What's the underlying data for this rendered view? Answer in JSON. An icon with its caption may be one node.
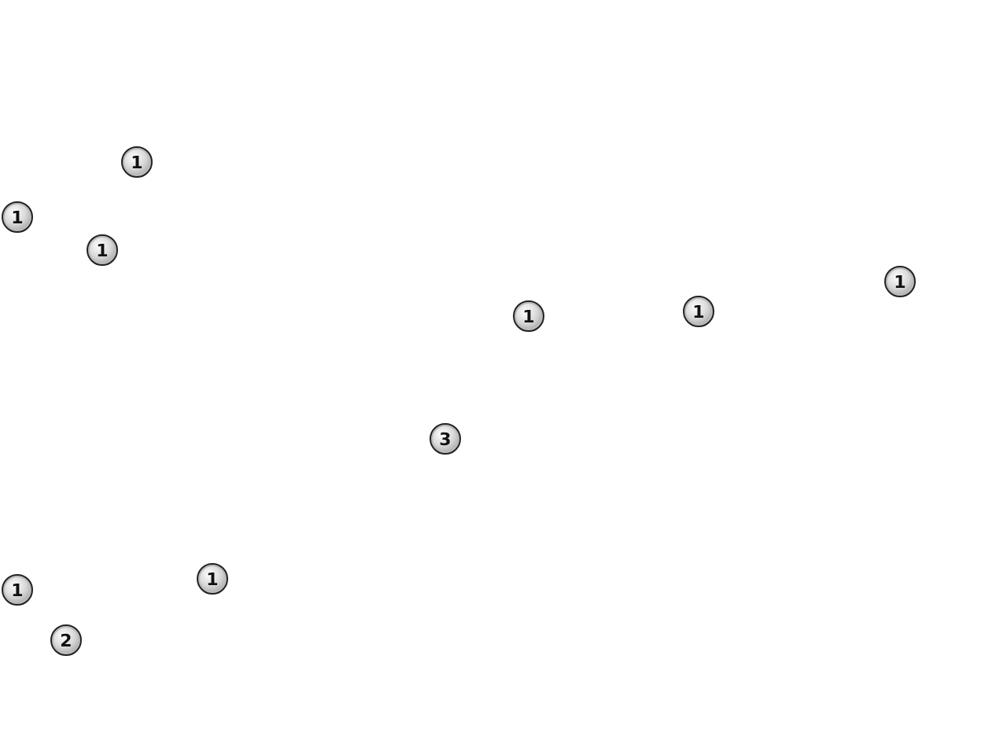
{
  "diagram": {
    "labels": [
      "1",
      "1",
      "1",
      "1",
      "1",
      "1",
      "3",
      "1",
      "1",
      "2"
    ]
  }
}
